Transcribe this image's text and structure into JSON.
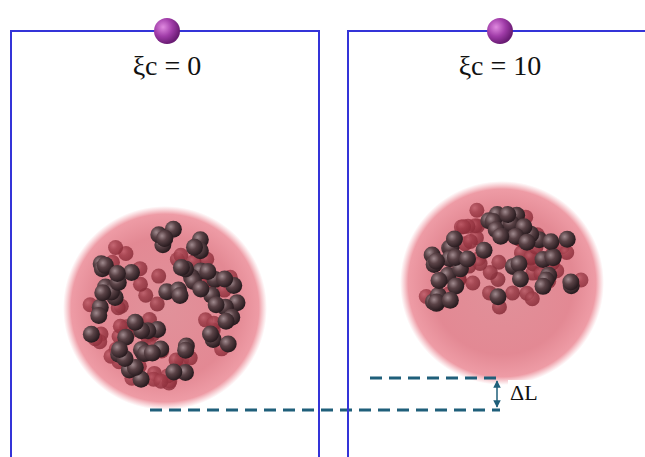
{
  "diagram": {
    "nodes": [
      {
        "text": [
          "ξc = 0"
        ]
      },
      {
        "text": [
          "ξc = 10"
        ]
      }
    ],
    "labels": [
      "ΔL"
    ]
  }
}
